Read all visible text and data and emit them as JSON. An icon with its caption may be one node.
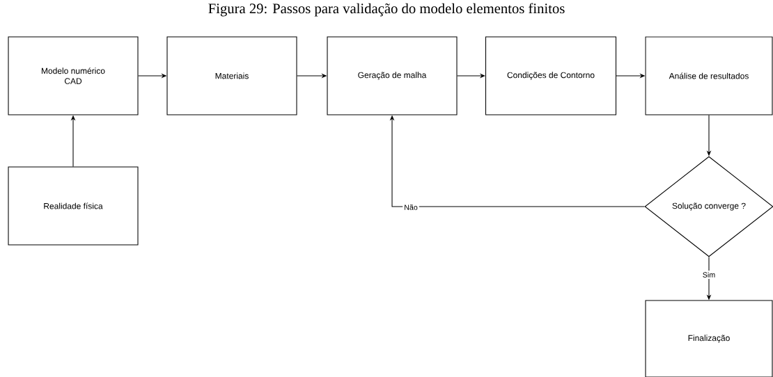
{
  "diagram": {
    "title": "Figura 29: Passos para validação do modelo elementos finitos",
    "nodes": [
      {
        "text": [
          "Modelo numérico CAD"
        ]
      },
      {
        "text": [
          "Materiais"
        ]
      },
      {
        "text": [
          "Geração de malha"
        ]
      },
      {
        "text": [
          "Condições de Contorno"
        ]
      },
      {
        "text": [
          "Análise de resultados"
        ]
      },
      {
        "text": [
          "Realidade física"
        ]
      },
      {
        "text": [
          "Solução converge ?"
        ]
      },
      {
        "text": [
          "Finalização"
        ]
      }
    ],
    "edges": [
      {
        "from": 0,
        "to": 1,
        "arrow": "to"
      },
      {
        "from": 1,
        "to": 2,
        "arrow": "to"
      },
      {
        "from": 2,
        "to": 3,
        "arrow": "to"
      },
      {
        "from": 3,
        "to": 4,
        "arrow": "to"
      },
      {
        "from": 5,
        "to": 0,
        "arrow": "to"
      },
      {
        "from": 4,
        "to": 6,
        "arrow": "to"
      },
      {
        "from": 6,
        "to": 2,
        "arrow": "to",
        "label": "Não"
      },
      {
        "from": 6,
        "to": 7,
        "arrow": "to",
        "label": "Sim"
      }
    ]
  }
}
